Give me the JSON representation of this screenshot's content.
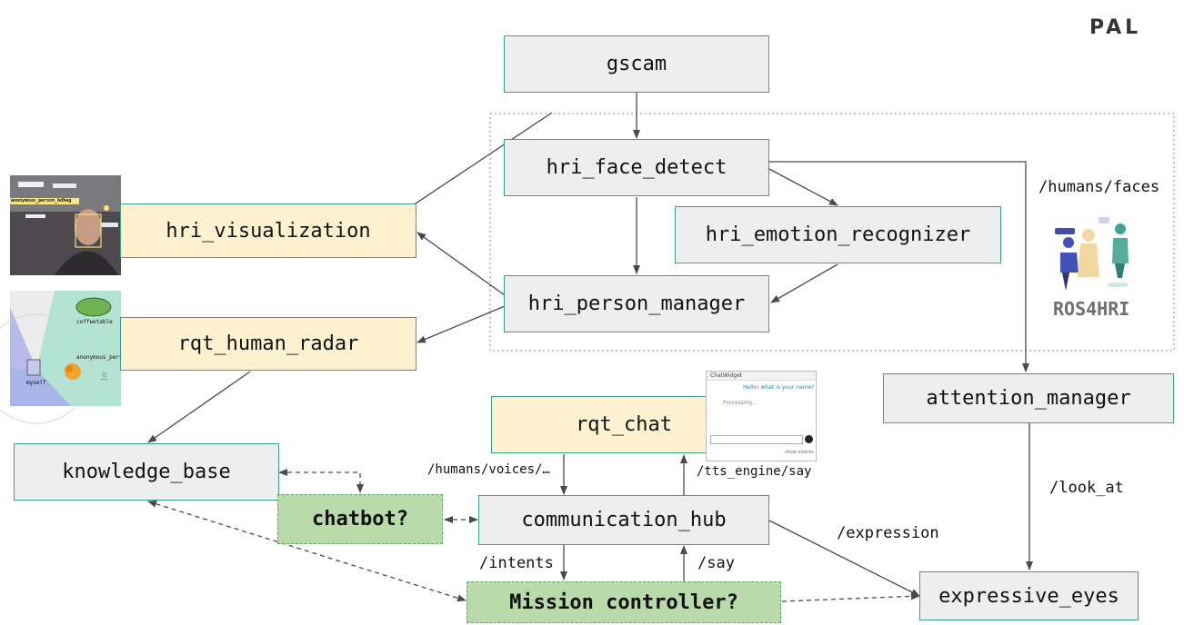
{
  "logo": "PAL",
  "ros4hri": "ROS4HRI",
  "nodes": {
    "gscam": "gscam",
    "hri_face_detect": "hri_face_detect",
    "hri_emotion_recognizer": "hri_emotion_recognizer",
    "hri_person_manager": "hri_person_manager",
    "hri_visualization": "hri_visualization",
    "rqt_human_radar": "rqt_human_radar",
    "knowledge_base": "knowledge_base",
    "chatbot": "chatbot?",
    "rqt_chat": "rqt_chat",
    "communication_hub": "communication_hub",
    "mission_controller": "Mission controller?",
    "attention_manager": "attention_manager",
    "expressive_eyes": "expressive_eyes"
  },
  "topics": {
    "humans_faces": "/humans/faces",
    "humans_voices": "/humans/voices/…",
    "tts_engine_say": "/tts_engine/say",
    "intents": "/intents",
    "say": "/say",
    "expression": "/expression",
    "look_at": "/look_at"
  },
  "thumbnails": {
    "face_tag": "anonymous_person_bdheg",
    "radar_coffeetable": "coffeetable",
    "radar_anonymous": "anonymous_pers",
    "radar_myself": "myself",
    "radar_distance": "1m"
  },
  "chat_widget": {
    "title": "ChatWidget",
    "greeting": "Hello! what is your name?",
    "processing": "Processing...",
    "show_intents": "show intents"
  },
  "colors": {
    "node_fill": "#eeeeee",
    "node_border": "#3d9e94",
    "gui_fill": "#fdf1cf",
    "optional_fill": "#b9dba9",
    "arrow": "#4a4a4a"
  }
}
